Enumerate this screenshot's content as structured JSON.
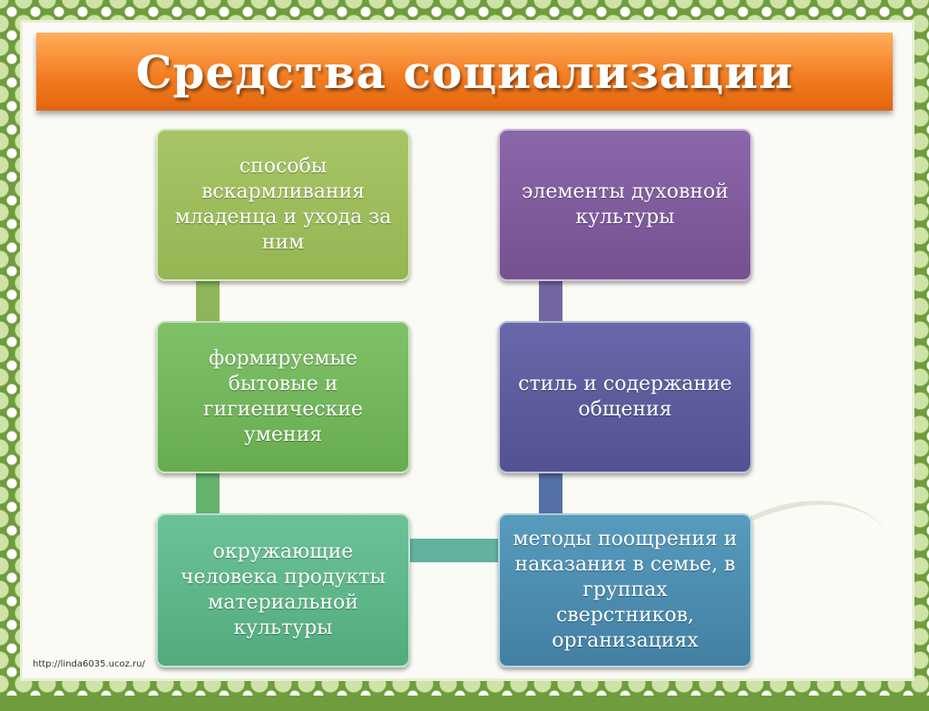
{
  "title": "Средства социализации",
  "boxes": {
    "l1": "способы вскармливания младенца и ухода за ним",
    "l2": "формируемые бытовые и гигиенические умения",
    "l3": "окружающие человека продукты материальной культуры",
    "r1": "элементы духовной культуры",
    "r2": "стиль и содержание общения",
    "r3": "методы поощрения и наказания в семье, в группах сверстников, организациях"
  },
  "url": "http://linda6035.ucoz.ru/",
  "colors": {
    "l1": "#9bbb59",
    "l2": "#72b55a",
    "l3": "#5cb587",
    "r1": "#7f5a9e",
    "r2": "#5b5b9e",
    "r3": "#4b8caf",
    "title": "#f27a1f",
    "border": "#6f9c3c"
  }
}
